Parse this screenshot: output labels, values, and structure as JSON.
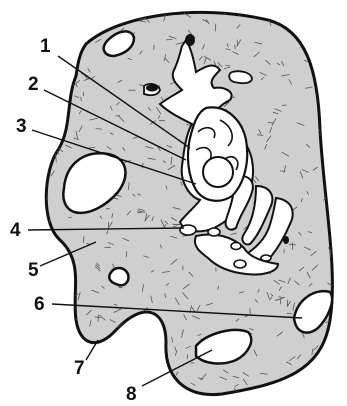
{
  "figure": {
    "labels": [
      {
        "id": "label-1",
        "text": "1"
      },
      {
        "id": "label-2",
        "text": "2"
      },
      {
        "id": "label-3",
        "text": "3"
      },
      {
        "id": "label-4",
        "text": "4"
      },
      {
        "id": "label-5",
        "text": "5"
      },
      {
        "id": "label-6",
        "text": "6"
      },
      {
        "id": "label-7",
        "text": "7"
      },
      {
        "id": "label-8",
        "text": "8"
      }
    ],
    "colors": {
      "cytoplasm": "#cfcfcf",
      "outline": "#111111",
      "organelle_fill": "#ffffff",
      "granule": "#111111"
    }
  }
}
